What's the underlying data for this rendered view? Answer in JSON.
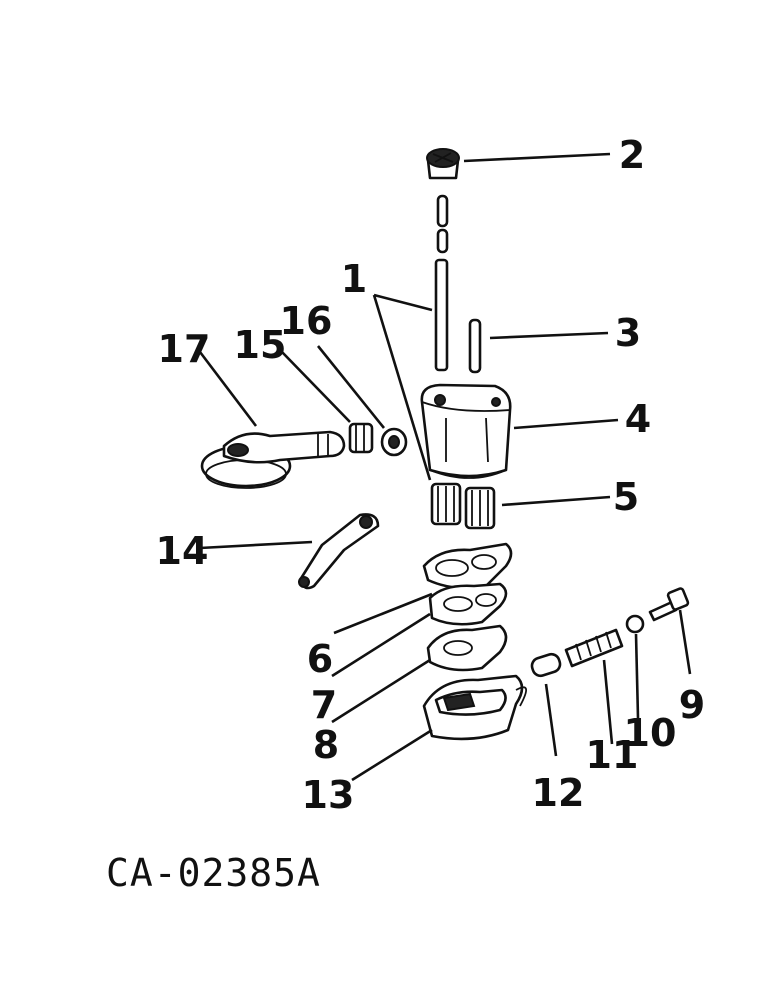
{
  "diagram": {
    "drawing_code": "CA-02385A",
    "callouts": [
      "1",
      "2",
      "3",
      "4",
      "5",
      "6",
      "7",
      "8",
      "9",
      "10",
      "11",
      "12",
      "13",
      "14",
      "15",
      "16",
      "17"
    ]
  }
}
